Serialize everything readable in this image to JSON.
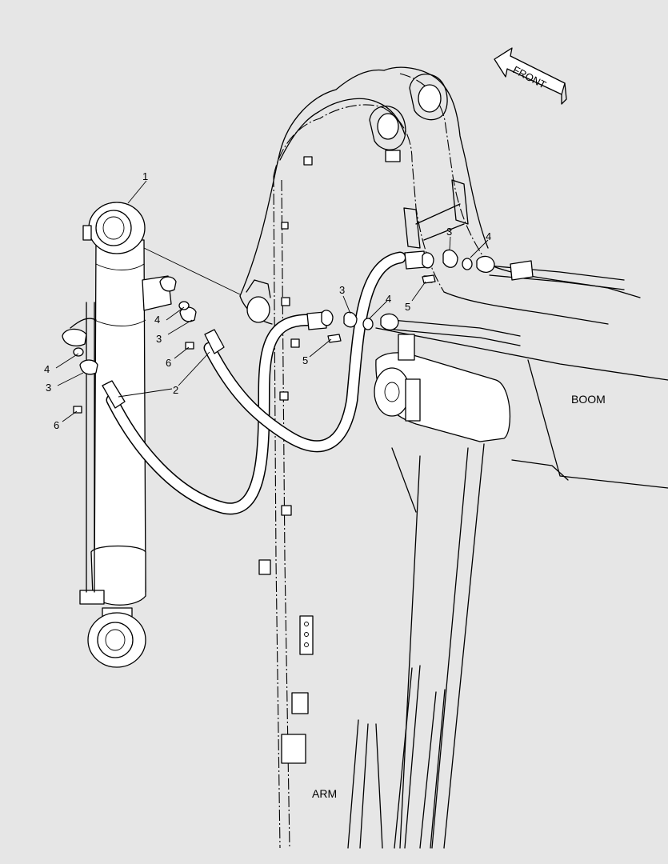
{
  "part_labels": [
    {
      "id": "callout-1-cylinder",
      "text": "1"
    },
    {
      "id": "callout-2-hose-left",
      "text": "2"
    },
    {
      "id": "callout-3-left-upper",
      "text": "3"
    },
    {
      "id": "callout-4-left-upper",
      "text": "4"
    },
    {
      "id": "callout-6-left-upper",
      "text": "6"
    },
    {
      "id": "callout-4-left-lower",
      "text": "4"
    },
    {
      "id": "callout-3-left-lower",
      "text": "3"
    },
    {
      "id": "callout-6-left-lower",
      "text": "6"
    },
    {
      "id": "callout-3-mid",
      "text": "3"
    },
    {
      "id": "callout-4-mid",
      "text": "4"
    },
    {
      "id": "callout-5-mid",
      "text": "5"
    },
    {
      "id": "callout-3-right",
      "text": "3"
    },
    {
      "id": "callout-4-right",
      "text": "4"
    },
    {
      "id": "callout-5-right",
      "text": "5"
    }
  ],
  "region_labels": {
    "boom": "BOOM",
    "arm": "ARM",
    "front": "FRONT"
  }
}
